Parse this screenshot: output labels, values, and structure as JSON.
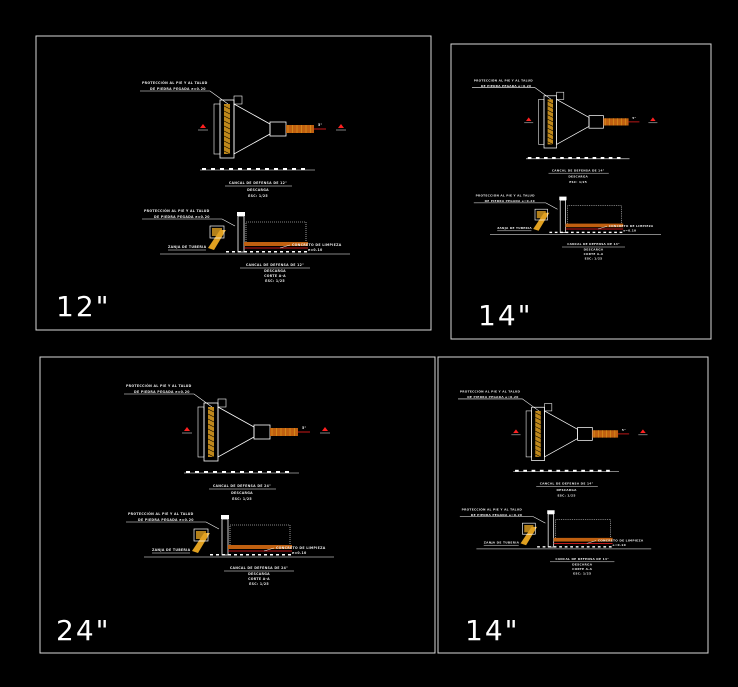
{
  "sheets": [
    {
      "size_label": "12\"",
      "plan_note_line1": "PROTECCIÓN AL PIE Y AL TALUD",
      "plan_note_line2": "DE PIEDRA PEGADA e=0.20",
      "plan_dim": "5\"",
      "plan_title": "CANCAL DE DEFENSA DE 12\"",
      "plan_sub": "DESCARGA",
      "plan_scale": "ESC: 1/25",
      "sec_note_line1": "PROTECCIÓN AL PIE Y AL TALUD",
      "sec_note_line2": "DE PIEDRA PEGADA e=0.20",
      "sec_left_note": "ZANJA DE TUBERIA",
      "sec_right_note_line1": "CONCRETO DE LIMPIEZA",
      "sec_right_note_line2": "e=0.10",
      "sec_title": "CANCAL DE DEFENSA DE 12\"",
      "sec_sub": "DESCARGA",
      "sec_cut": "CORTE A-A",
      "sec_scale": "ESC: 1/25"
    },
    {
      "size_label": "14\"",
      "plan_note_line1": "PROTECCIÓN AL PIE Y AL TALUD",
      "plan_note_line2": "DE PIEDRA PEGADA e=0.20",
      "plan_dim": "5\"",
      "plan_title": "CANCAL DE DEFENSA DE 14\"",
      "plan_sub": "DESCARGA",
      "plan_scale": "ESC: 1/25",
      "sec_note_line1": "PROTECCIÓN AL PIE Y AL TALUD",
      "sec_note_line2": "DE PIEDRA PEGADA e=0.20",
      "sec_left_note": "ZANJA DE TUBERIA",
      "sec_right_note_line1": "CONCRETO DE LIMPIEZA",
      "sec_right_note_line2": "e=0.10",
      "sec_title": "CANCAL DE DEFENSA DE 14\"",
      "sec_sub": "DESCARGA",
      "sec_cut": "CORTE A-A",
      "sec_scale": "ESC: 1/25"
    },
    {
      "size_label": "24\"",
      "plan_note_line1": "PROTECCIÓN AL PIE Y AL TALUD",
      "plan_note_line2": "DE PIEDRA PEGADA e=0.20",
      "plan_dim": "5\"",
      "plan_title": "CANCAL DE DEFENSA DE 24\"",
      "plan_sub": "DESCARGA",
      "plan_scale": "ESC: 1/25",
      "sec_note_line1": "PROTECCIÓN AL PIE Y AL TALUD",
      "sec_note_line2": "DE PIEDRA PEGADA e=0.20",
      "sec_left_note": "ZANJA DE TUBERIA",
      "sec_right_note_line1": "CONCRETO DE LIMPIEZA",
      "sec_right_note_line2": "e=0.10",
      "sec_title": "CANCAL DE DEFENSA DE 24\"",
      "sec_sub": "DESCARGA",
      "sec_cut": "CORTE A-A",
      "sec_scale": "ESC: 1/25"
    },
    {
      "size_label": "14\"",
      "plan_note_line1": "PROTECCIÓN AL PIE Y AL TALUD",
      "plan_note_line2": "DE PIEDRA PEGADA e=0.20",
      "plan_dim": "5\"",
      "plan_title": "CANCAL DE DEFENSA DE 14\"",
      "plan_sub": "DESCARGA",
      "plan_scale": "ESC: 1/25",
      "sec_note_line1": "PROTECCIÓN AL PIE Y AL TALUD",
      "sec_note_line2": "DE PIEDRA PEGADA e=0.20",
      "sec_left_note": "ZANJA DE TUBERIA",
      "sec_right_note_line1": "CONCRETO DE LIMPIEZA",
      "sec_right_note_line2": "e=0.10",
      "sec_title": "CANCAL DE DEFENSA DE 14\"",
      "sec_sub": "DESCARGA",
      "sec_cut": "CORTE A-A",
      "sec_scale": "ESC: 1/25"
    }
  ],
  "colors": {
    "background": "#000000",
    "frame": "#d8d8d8",
    "line": "#ffffff",
    "hatch_fill": "#e0a020",
    "pipe_fill": "#c06010",
    "accent_red": "#ff2020",
    "ground": "#b0b0b0"
  }
}
